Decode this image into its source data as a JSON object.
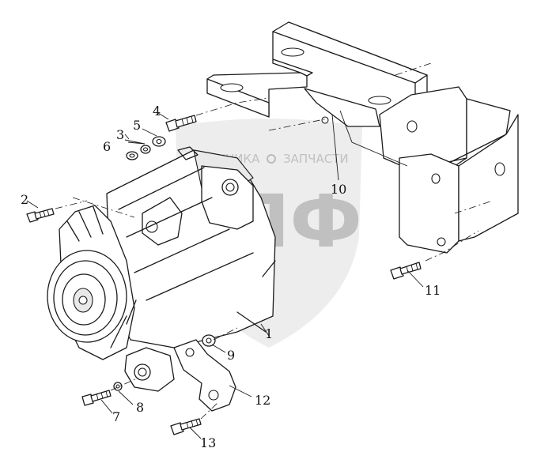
{
  "watermark": {
    "top_text": "ТЕХНИКА",
    "top_text_2": "ЗАПЧАСТИ",
    "letters": "ЭПФ"
  },
  "callouts": [
    {
      "id": "c1",
      "label": "1"
    },
    {
      "id": "c2",
      "label": "2"
    },
    {
      "id": "c3",
      "label": "3"
    },
    {
      "id": "c4",
      "label": "4"
    },
    {
      "id": "c5",
      "label": "5"
    },
    {
      "id": "c6",
      "label": "6"
    },
    {
      "id": "c7",
      "label": "7"
    },
    {
      "id": "c8",
      "label": "8"
    },
    {
      "id": "c9",
      "label": "9"
    },
    {
      "id": "c10",
      "label": "10"
    },
    {
      "id": "c11",
      "label": "11"
    },
    {
      "id": "c12",
      "label": "12"
    },
    {
      "id": "c13",
      "label": "13"
    }
  ],
  "colors": {
    "line": "#1a1a1a",
    "watermark": "#9a9a9a"
  }
}
